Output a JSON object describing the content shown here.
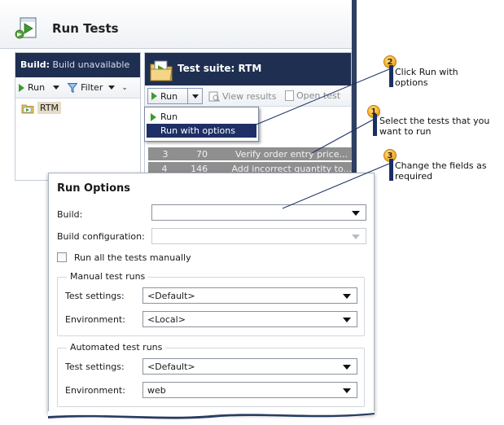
{
  "app": {
    "title": "Run Tests",
    "build_status_label": "Build:",
    "build_status_value": "Build unavailable",
    "left_toolbar": {
      "run_label": "Run",
      "filter_label": "Filter"
    },
    "tree": {
      "suite_label": "RTM"
    },
    "suite_header": {
      "title": "Test suite:  RTM"
    },
    "right_toolbar": {
      "run_label": "Run",
      "view_results_label": "View results",
      "open_test_label": "Open test"
    },
    "run_menu": {
      "items": [
        {
          "label": "Run",
          "selected": false
        },
        {
          "label": "Run with options",
          "selected": true
        }
      ]
    },
    "test_rows": [
      {
        "index": "3",
        "id": "70",
        "title": "Verify order entry price..."
      },
      {
        "index": "4",
        "id": "146",
        "title": "Add incorrect quantity to..."
      }
    ]
  },
  "callouts": [
    {
      "number": "1",
      "text_line1": "Select the tests that you",
      "text_line2": "want to run"
    },
    {
      "number": "2",
      "text_line1": "Click Run with",
      "text_line2": "options"
    },
    {
      "number": "3",
      "text_line1": "Change the fields as",
      "text_line2": "required"
    }
  ],
  "dialog": {
    "title": "Run Options",
    "build_label": "Build:",
    "build_value": "",
    "build_config_label": "Build configuration:",
    "build_config_value": "",
    "manual_checkbox_label": "Run all the tests manually",
    "manual_checkbox_checked": false,
    "manual_group": {
      "title": "Manual test runs",
      "test_settings_label": "Test settings:",
      "test_settings_value": "<Default>",
      "environment_label": "Environment:",
      "environment_value": "<Local>"
    },
    "automated_group": {
      "title": "Automated test runs",
      "test_settings_label": "Test settings:",
      "test_settings_value": "<Default>",
      "environment_label": "Environment:",
      "environment_value": "web"
    }
  },
  "colors": {
    "navy_header": "#1f2f52",
    "menu_selected": "#1d2f66",
    "run_green": "#3f9b2b",
    "badge_orange": "#f2a51b",
    "grid_row": "#8f8f8f"
  }
}
